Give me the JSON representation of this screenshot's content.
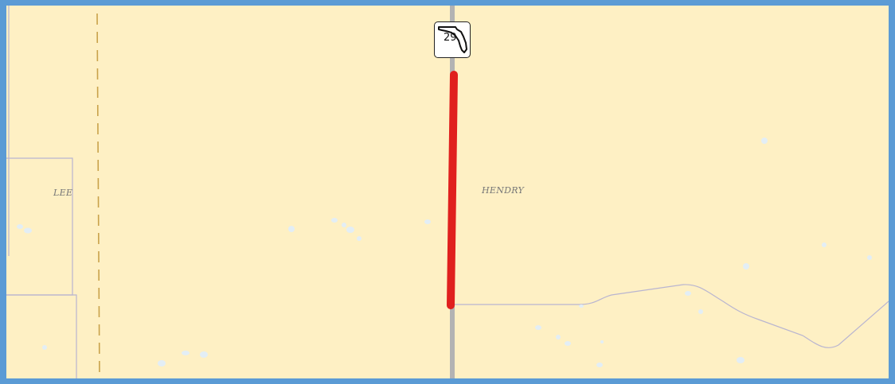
{
  "map": {
    "background_color": "#fef0c4",
    "frame_color": "#5b9bd5",
    "highlight_color": "#e0201e",
    "road_color": "#b3b3b3",
    "boundary_color": "#b9b5d0",
    "water_color": "#e3eef5"
  },
  "labels": {
    "county_west": "LEE",
    "county_east": "HENDRY"
  },
  "route_shield": {
    "number": "29",
    "icon": "florida-state-road-shield-icon"
  }
}
